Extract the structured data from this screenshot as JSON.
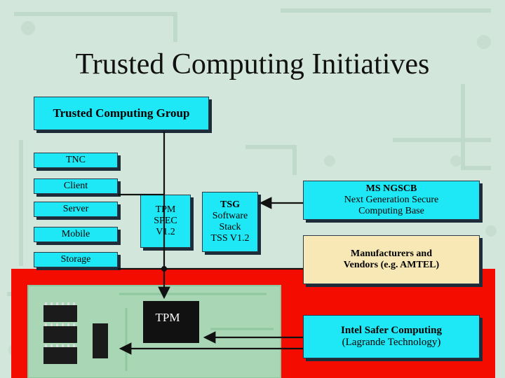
{
  "title": "Trusted Computing Initiatives",
  "boxes": {
    "tcg": "Trusted Computing Group",
    "tnc": "TNC",
    "client": "Client",
    "server": "Server",
    "mobile": "Mobile",
    "storage": "Storage",
    "tpm_spec": [
      "TPM",
      "SPEC",
      "V1.2"
    ],
    "tsg": [
      "TSG",
      "Software",
      "Stack",
      "TSS V1.2"
    ],
    "ngscb": [
      "MS NGSCB",
      "Next Generation Secure",
      "Computing Base"
    ],
    "manufacturers": [
      "Manufacturers and",
      "Vendors (e.g. AMTEL)"
    ],
    "intel": [
      "Intel Safer Computing",
      "(Lagrande Technology)"
    ]
  },
  "tpm_chip": "TPM",
  "colors": {
    "background": "#d3e6dc",
    "board_red": "#f50c00",
    "board_green": "#a9d6b4",
    "box_cyan": "#1ee8f5",
    "box_beige": "#f7e8b6"
  }
}
